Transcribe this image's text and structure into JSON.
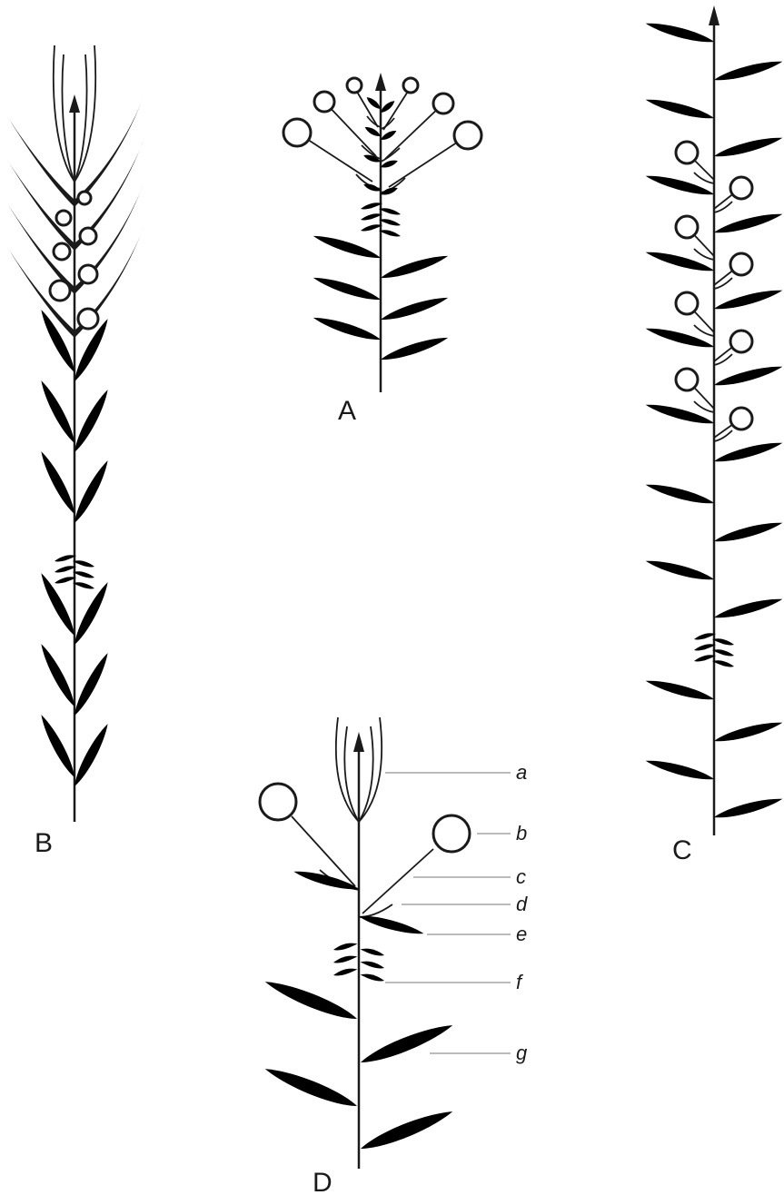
{
  "figure": {
    "panels": [
      {
        "key": "A",
        "label": "A"
      },
      {
        "key": "B",
        "label": "B"
      },
      {
        "key": "C",
        "label": "C"
      },
      {
        "key": "D",
        "label": "D"
      }
    ],
    "callouts": [
      "a",
      "b",
      "c",
      "d",
      "e",
      "f",
      "g"
    ],
    "colors": {
      "ink": "#1a1a1a",
      "leader": "#777777",
      "background": "#ffffff"
    }
  }
}
